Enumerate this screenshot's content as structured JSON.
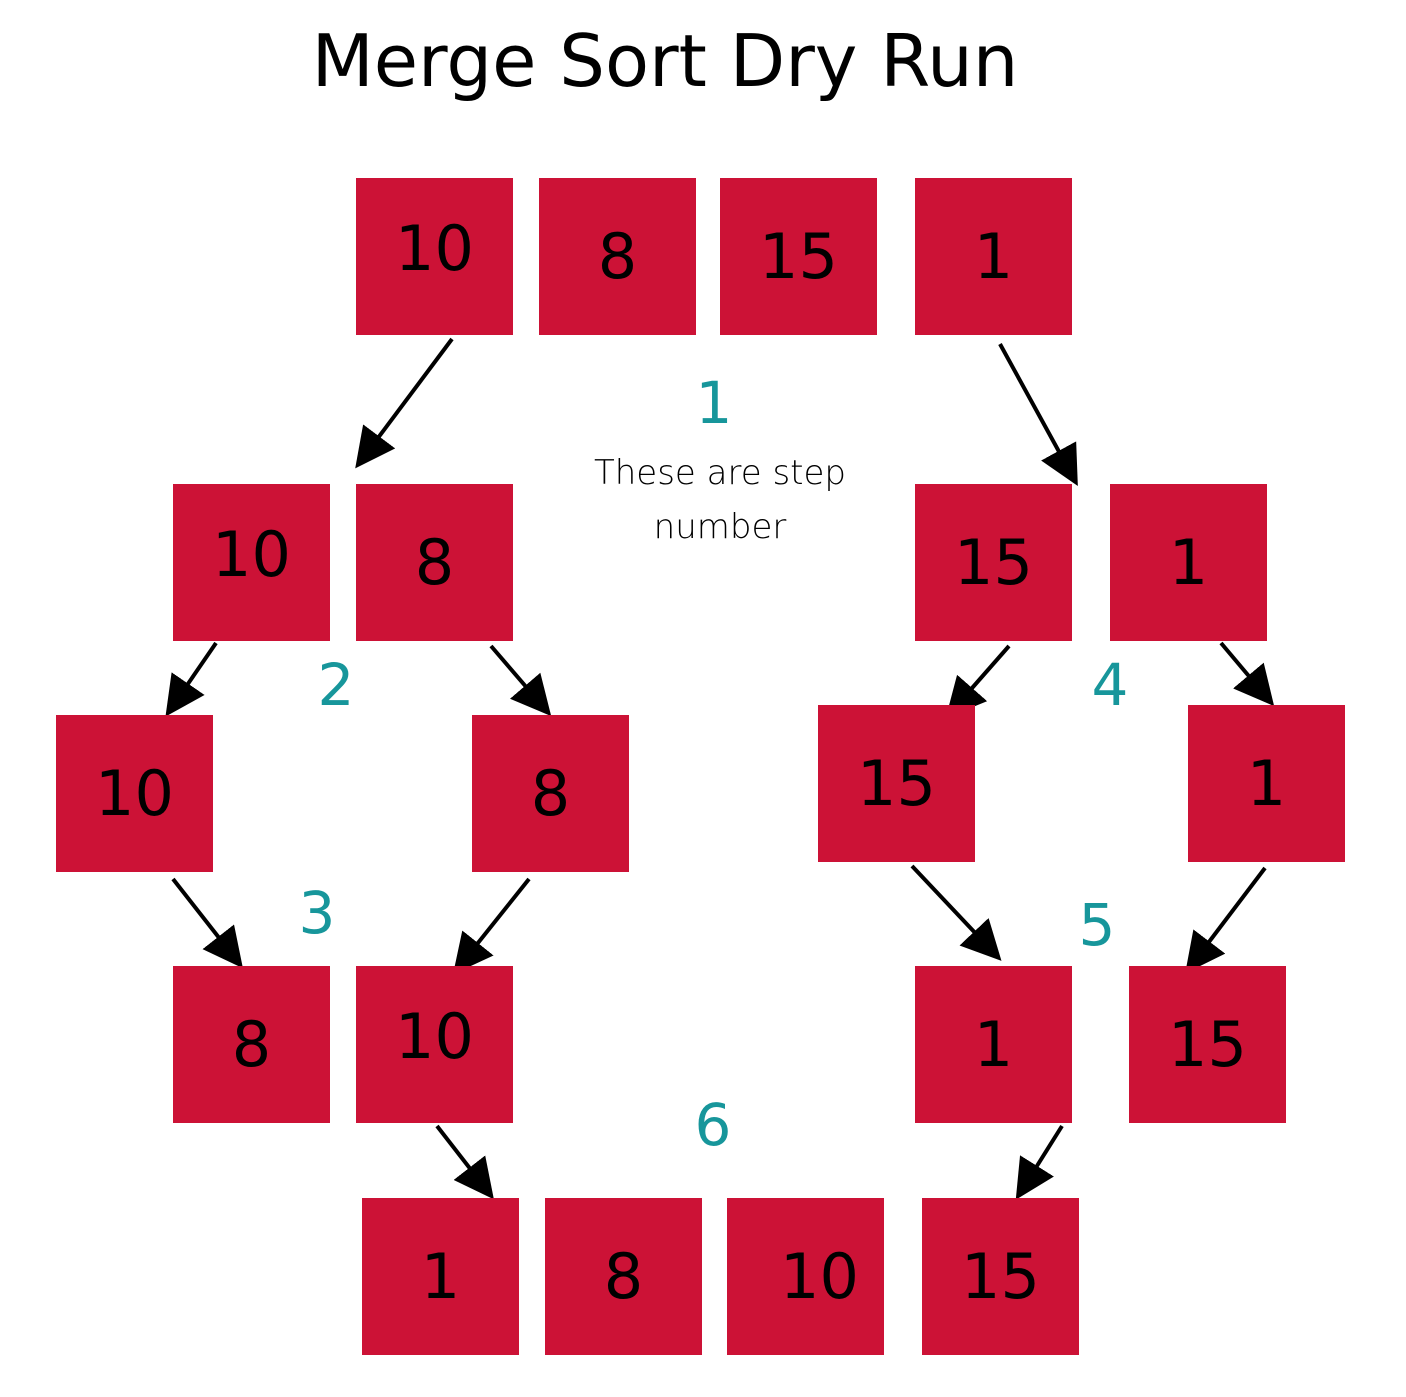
{
  "title": "Merge Sort Dry Run",
  "note": "These are step number",
  "colors": {
    "box": "#cc1236",
    "step": "#17969b",
    "arrow": "#000000"
  },
  "rows": {
    "initial": [
      "10",
      "8",
      "15",
      "1"
    ],
    "split_left": [
      "10",
      "8"
    ],
    "split_right": [
      "15",
      "1"
    ],
    "single_left": [
      "10",
      "8"
    ],
    "single_right": [
      "15",
      "1"
    ],
    "merged_left": [
      "8",
      "10"
    ],
    "merged_right": [
      "1",
      "15"
    ],
    "final": [
      "1",
      "8",
      "10",
      "15"
    ]
  },
  "steps": [
    "1",
    "2",
    "3",
    "4",
    "5",
    "6"
  ]
}
